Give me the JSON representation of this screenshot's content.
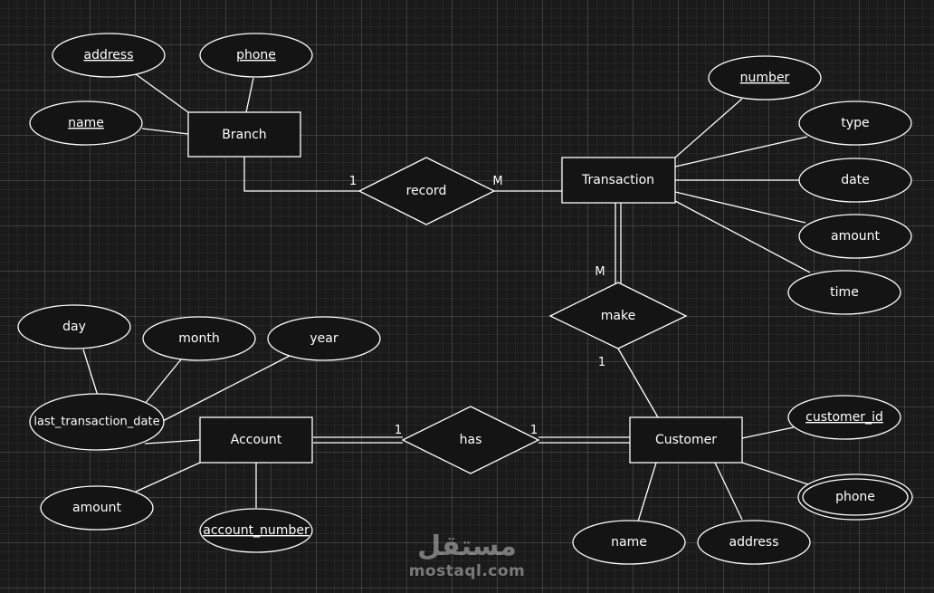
{
  "entities": {
    "branch": "Branch",
    "transaction": "Transaction",
    "account": "Account",
    "customer": "Customer"
  },
  "relationships": {
    "record": "record",
    "make": "make",
    "has": "has"
  },
  "attributes": {
    "branch": {
      "address": "address",
      "phone": "phone",
      "name": "name"
    },
    "transaction": {
      "number": "number",
      "type": "type",
      "date": "date",
      "amount": "amount",
      "time": "time"
    },
    "account": {
      "day": "day",
      "month": "month",
      "year": "year",
      "last_transaction_date": "last_transaction_date",
      "amount": "amount",
      "account_number": "account_number"
    },
    "customer": {
      "customer_id": "customer_id",
      "phone": "phone",
      "name": "name",
      "address": "address"
    }
  },
  "cardinalities": {
    "record_branch": "1",
    "record_transaction": "M",
    "make_transaction": "M",
    "make_customer": "1",
    "has_account": "1",
    "has_customer": "1"
  },
  "watermark": {
    "logo": "مستقل",
    "url": "mostaql.com"
  }
}
